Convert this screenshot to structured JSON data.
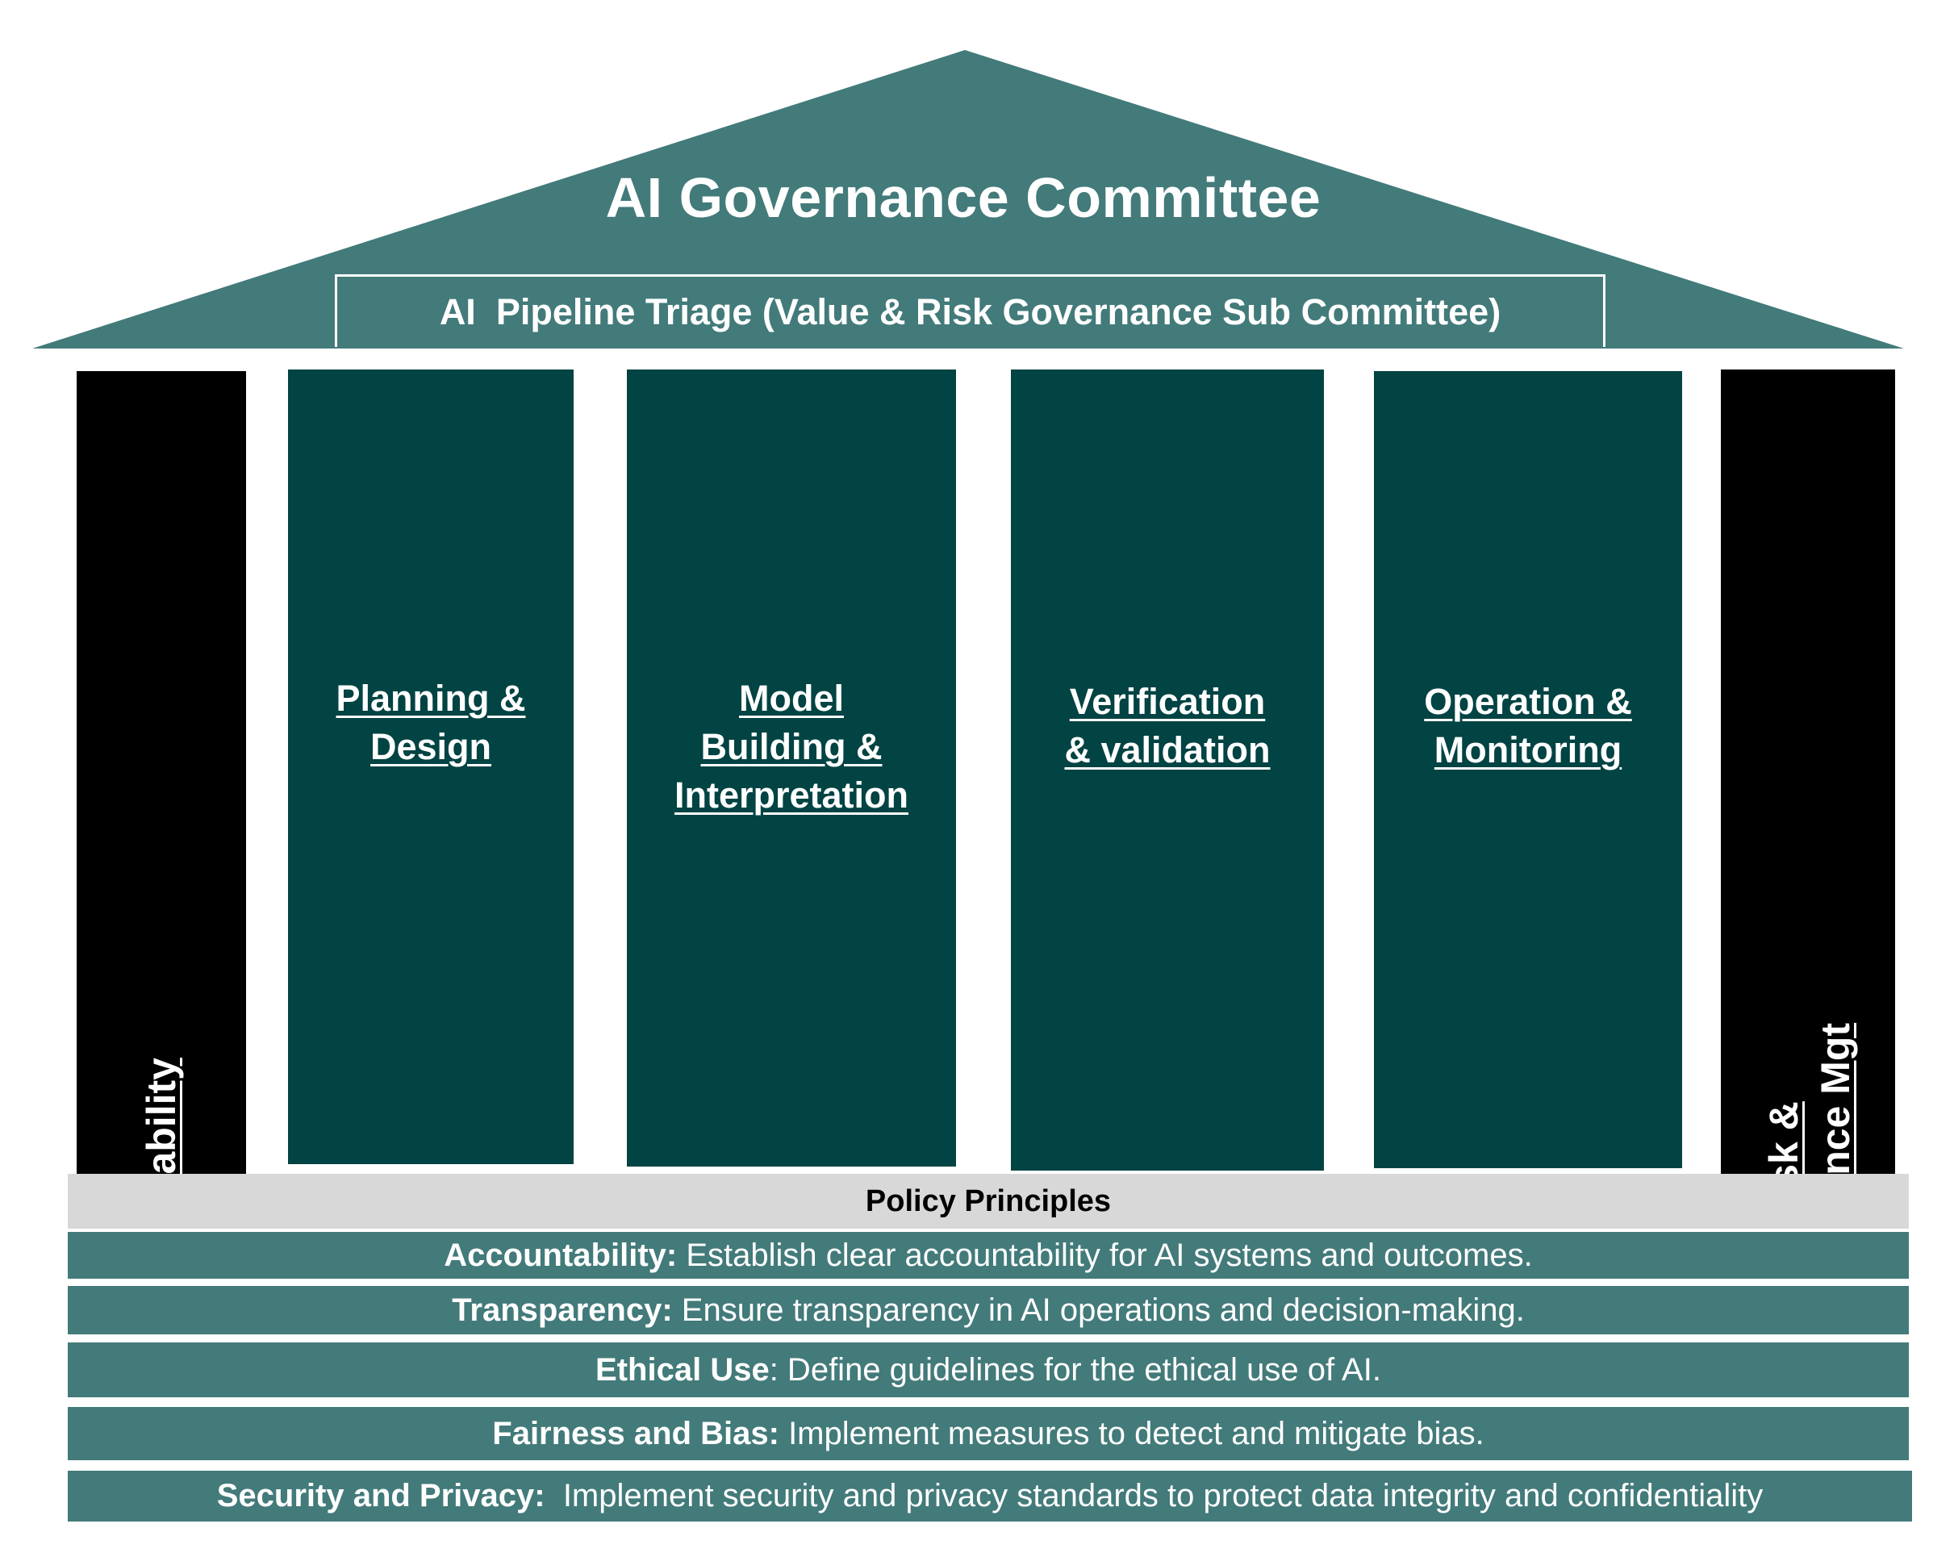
{
  "colors": {
    "roof": "#437a7a",
    "pillar_dark": "#024343",
    "pillar_black": "#000000",
    "policy_header_bg": "#d8d8d8",
    "policy_row_bg": "#437a7a"
  },
  "roof": {
    "title": "AI Governance Committee",
    "subtitle": "AI  Pipeline Triage (Value & Risk Governance Sub Committee)"
  },
  "pillars": [
    {
      "lines": [
        "Capability"
      ]
    },
    {
      "lines": [
        "Planning &",
        "Design"
      ]
    },
    {
      "lines": [
        "Model",
        "Building &",
        "Interpretation"
      ]
    },
    {
      "lines": [
        "Verification",
        "& validation"
      ]
    },
    {
      "lines": [
        "Operation &",
        "Monitoring"
      ]
    },
    {
      "lines": [
        "Risk &",
        "Resilience Mgt"
      ]
    }
  ],
  "policy": {
    "header": "Policy Principles",
    "principles": [
      {
        "name": "Accountability:",
        "text": " Establish clear accountability for AI systems and outcomes."
      },
      {
        "name": "Transparency:",
        "text": " Ensure transparency in AI operations and decision-making."
      },
      {
        "name": "Ethical Use",
        "text": ": Define guidelines for the ethical use of AI."
      },
      {
        "name": "Fairness and Bias:",
        "text": " Implement measures to detect and mitigate bias."
      },
      {
        "name": "Security and Privacy:",
        "text": "  Implement security and privacy standards to protect data integrity and confidentiality"
      }
    ]
  }
}
